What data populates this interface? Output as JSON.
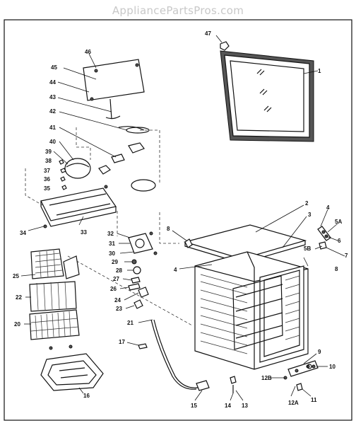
{
  "watermark": "AppliancePartsPros.com",
  "callouts": {
    "c1": "1",
    "c2": "2",
    "c3": "3",
    "c4a": "4",
    "c4b": "4",
    "c5A": "5A",
    "c5B": "5B",
    "c6": "6",
    "c7": "7",
    "c8a": "8",
    "c8b": "8",
    "c9": "9",
    "c10": "10",
    "c11": "11",
    "c12A": "12A",
    "c12B": "12B",
    "c13": "13",
    "c14": "14",
    "c15": "15",
    "c16": "16",
    "c17": "17",
    "c20": "20",
    "c21": "21",
    "c22": "22",
    "c23": "23",
    "c24": "24",
    "c25": "25",
    "c26": "26",
    "c27": "27",
    "c28": "28",
    "c29": "29",
    "c30": "30",
    "c31": "31",
    "c32": "32",
    "c33": "33",
    "c34": "34",
    "c35": "35",
    "c36": "36",
    "c37": "37",
    "c38": "38",
    "c39": "39",
    "c40": "40",
    "c41": "41",
    "c42": "42",
    "c43": "43",
    "c44": "44",
    "c45": "45",
    "c46": "46",
    "c47": "47"
  }
}
